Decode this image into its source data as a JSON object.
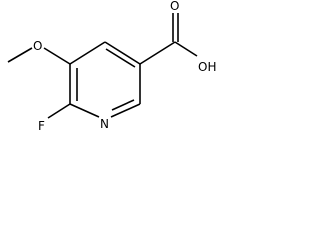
{
  "structure": {
    "atoms": {
      "fluorine": "F",
      "ring_nitrogen": "N",
      "methoxy_oxygen": "O",
      "carbonyl_oxygen": "O",
      "hydroxyl": "OH"
    }
  }
}
